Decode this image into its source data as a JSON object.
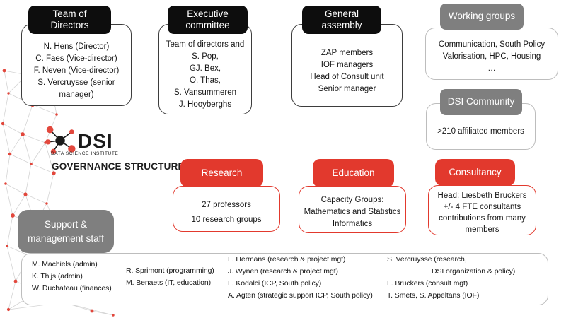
{
  "colors": {
    "header_black": "#0d0d0d",
    "header_gray": "#7f7f7f",
    "accent_red": "#e2392d",
    "border_gray": "#bdbdbd",
    "node_red": "#e2473c",
    "edge_gray": "#d4d4d4",
    "text": "#161616"
  },
  "icons": {
    "dsi_logo": "molecule-network-icon",
    "background_pattern": "node-link-mesh"
  },
  "logo": {
    "abbr": "DSI",
    "name": "DATA SCIENCE INSTITUTE",
    "caption": "GOVERNANCE STRUCTURE"
  },
  "top_boxes": {
    "team": {
      "title": "Team of Directors",
      "lines": [
        "N. Hens (Director)",
        "C. Faes (Vice-director)",
        "F. Neven (Vice-director)",
        "S. Vercruysse (senior manager)"
      ]
    },
    "exec": {
      "title": "Executive committee",
      "lines": [
        "Team of directors and",
        "S. Pop,",
        "GJ. Bex,",
        "O. Thas,",
        "S. Vansummeren",
        "J. Hooyberghs"
      ]
    },
    "assembly": {
      "title": "General assembly",
      "lines": [
        "ZAP members",
        "IOF managers",
        "Head of Consult unit",
        "Senior manager"
      ]
    },
    "working": {
      "title": "Working groups",
      "lines": [
        "Communication, South Policy",
        "Valorisation, HPC, Housing",
        "…"
      ]
    },
    "community": {
      "title": "DSI Community",
      "lines": [
        ">210 affiliated members"
      ]
    }
  },
  "pillars": {
    "research": {
      "title": "Research",
      "lines": [
        "27 professors",
        "10 research groups"
      ]
    },
    "education": {
      "title": "Education",
      "lines": [
        "Capacity Groups:",
        "Mathematics and Statistics",
        "Informatics"
      ]
    },
    "consultancy": {
      "title": "Consultancy",
      "lines": [
        "Head: Liesbeth Bruckers",
        "+/- 4 FTE  consultants",
        "contributions from many members"
      ]
    }
  },
  "support": {
    "title": "Support & management  staff",
    "columns": [
      {
        "lines": [
          "M. Machiels (admin)",
          "K. Thijs (admin)",
          "W. Duchateau (finances)"
        ]
      },
      {
        "lines": [
          "R. Sprimont (programming)",
          "M. Benaets (IT, education)"
        ]
      },
      {
        "lines": [
          "L. Hermans (research & project mgt)",
          "J. Wynen (research & project mgt)",
          "L. Kodalci (ICP, South policy)",
          "A. Agten (strategic support ICP, South policy)"
        ]
      },
      {
        "lines": [
          "S. Vercruysse (research,",
          "DSI organization & policy)",
          "L. Bruckers (consult mgt)",
          "T. Smets, S. Appeltans (IOF)"
        ]
      }
    ]
  }
}
